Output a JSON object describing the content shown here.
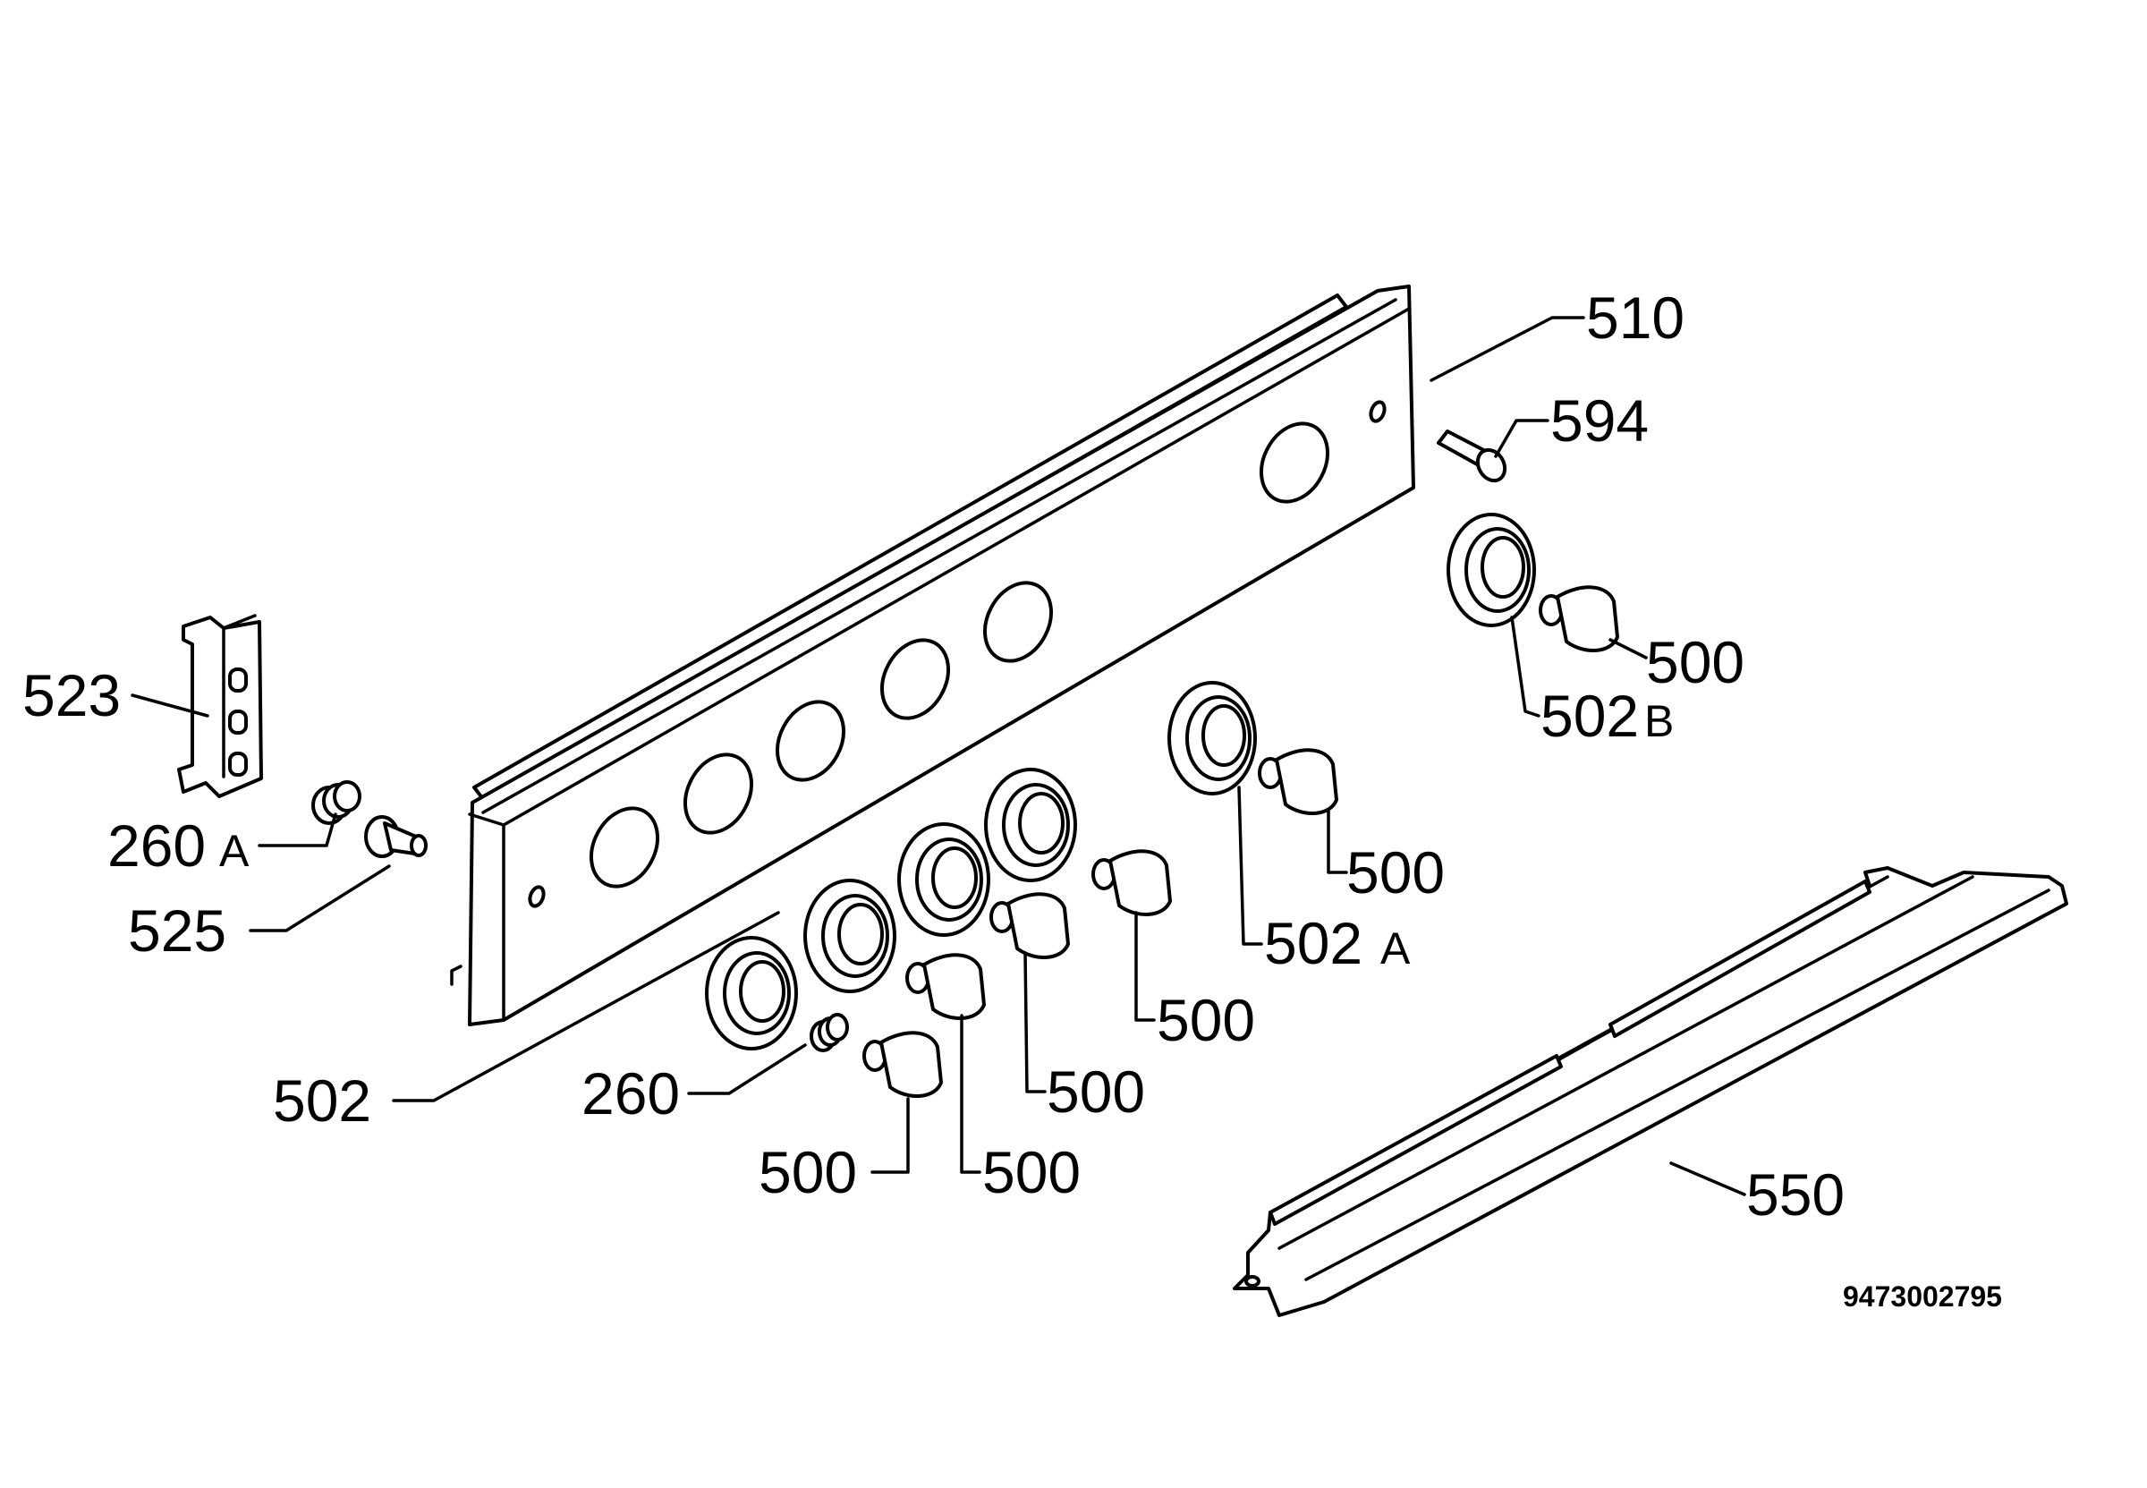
{
  "labels": {
    "l510": "510",
    "l594": "594",
    "l500_knob_right": "500",
    "l502b_num": "502",
    "l502b_suf": "B",
    "l523": "523",
    "l260a_num": "260",
    "l260a_suf": "A",
    "l525": "525",
    "l500_mid": "500",
    "l502a_num": "502",
    "l502a_suf": "A",
    "l500_c": "500",
    "l500_d": "500",
    "l502": "502",
    "l260": "260",
    "l500_e": "500",
    "l500_f": "500",
    "l550": "550"
  },
  "drawing_code": "9473002795"
}
